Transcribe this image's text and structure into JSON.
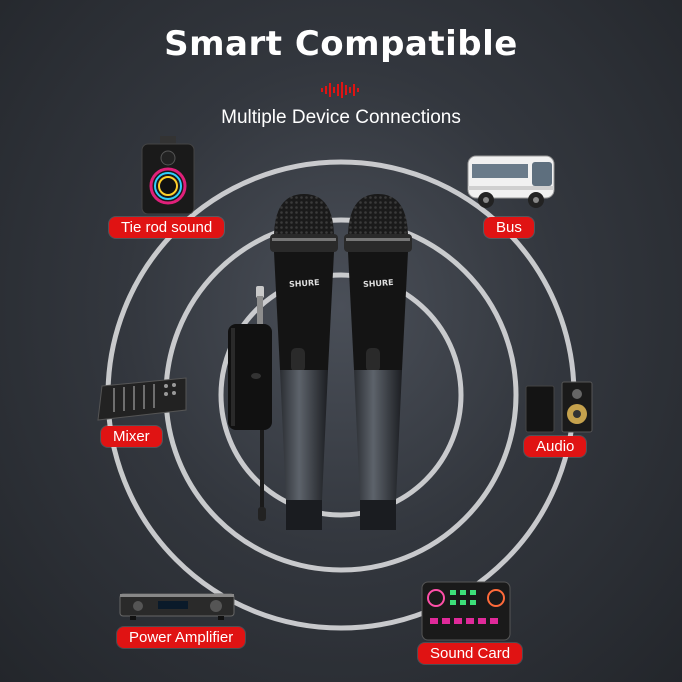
{
  "header": {
    "title": "Smart Compatible",
    "subtitle": "Multiple Device Connections"
  },
  "microphone": {
    "brand": "SHURE"
  },
  "devices": [
    {
      "label": "Tie rod sound",
      "icon": "party-speaker-icon"
    },
    {
      "label": "Bus",
      "icon": "bus-icon"
    },
    {
      "label": "Mixer",
      "icon": "mixer-icon"
    },
    {
      "label": "Audio",
      "icon": "bookshelf-speakers-icon"
    },
    {
      "label": "Power Amplifier",
      "icon": "amplifier-icon"
    },
    {
      "label": "Sound Card",
      "icon": "sound-card-icon"
    }
  ],
  "colors": {
    "label_bg": "#e01313",
    "ring": "#d9dadc",
    "accent": "#e01313"
  }
}
